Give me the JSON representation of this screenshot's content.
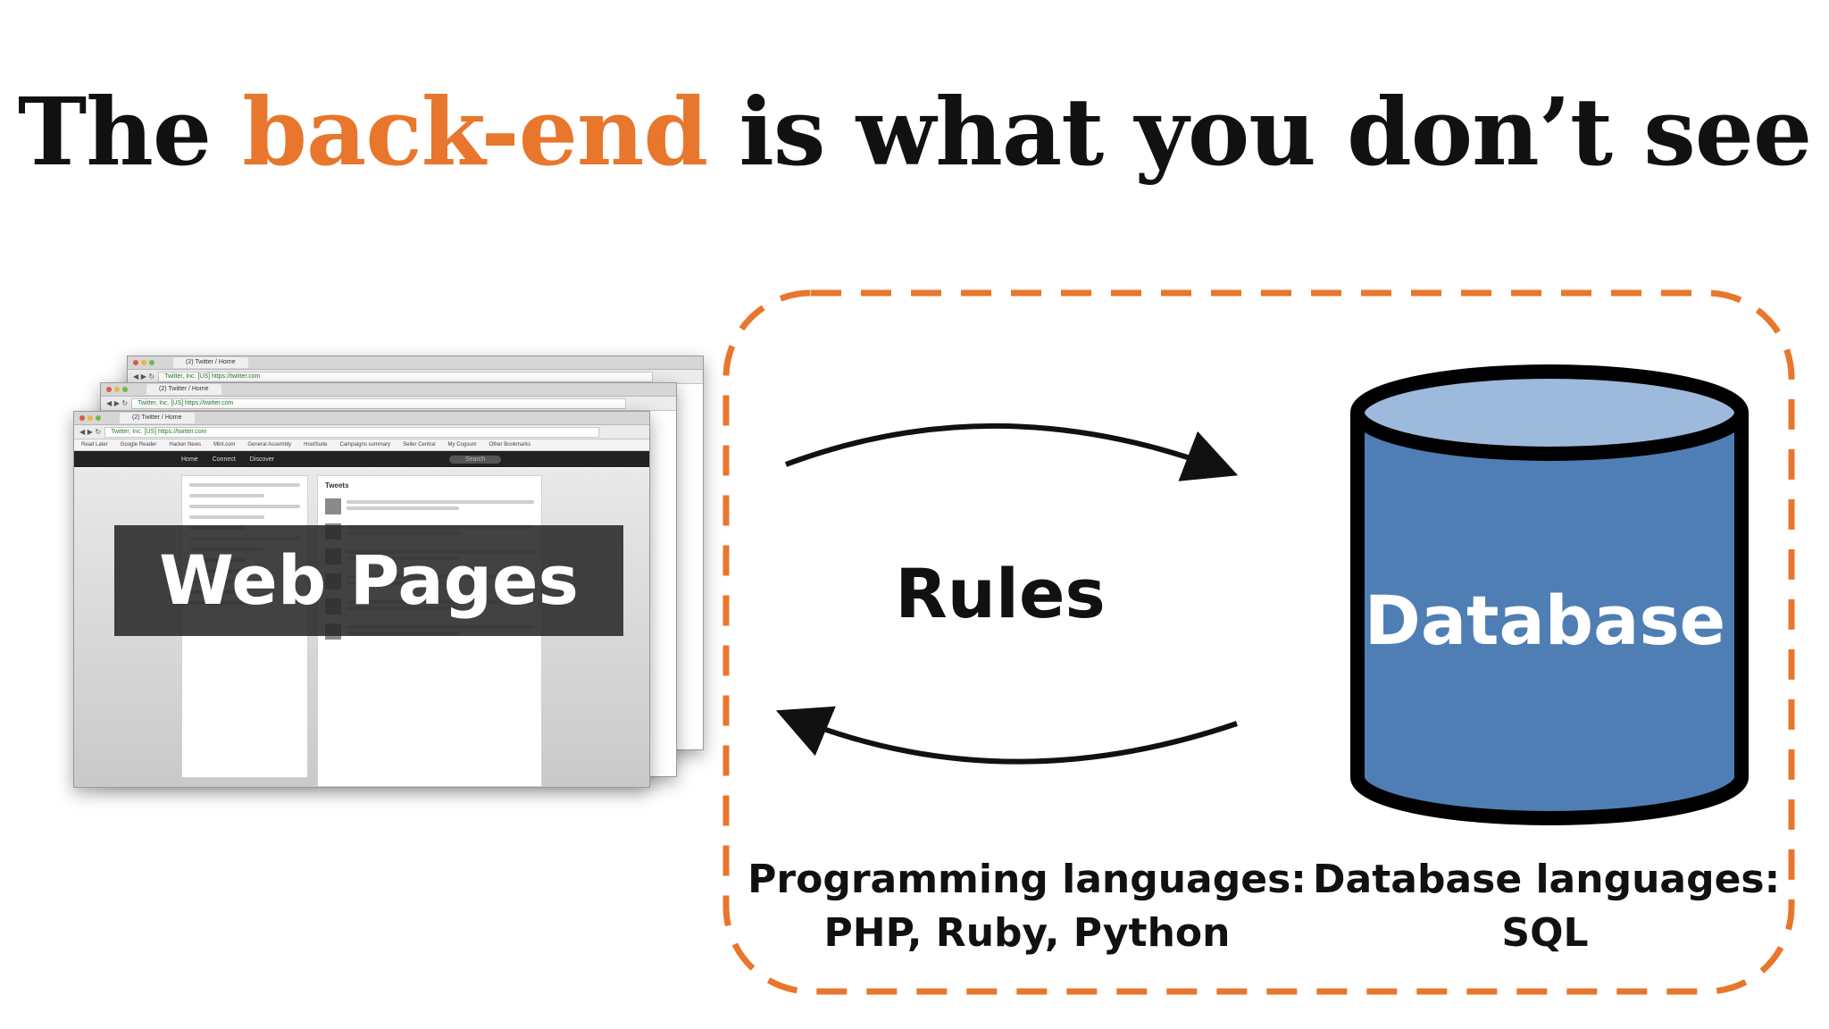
{
  "title": {
    "part1": "The ",
    "accent": "back-end",
    "part2": " is what you don’t see"
  },
  "browser": {
    "tab_label": "(2) Twitter / Home",
    "url": "Twitter, Inc. [US] https://twitter.com",
    "bookmarks": [
      "Read Later",
      "Google Reader",
      "Hacker News",
      "Mint.com",
      "General Assembly",
      "HootSuite",
      "Campaigns summary",
      "Seller Central",
      "My Cogsum",
      "Other Bookmarks"
    ],
    "nav_items": [
      "Home",
      "Connect",
      "Discover",
      "Search"
    ],
    "tweets_header": "Tweets"
  },
  "web_pages_label": "Web Pages",
  "rules_label": "Rules",
  "database_label": "Database",
  "captions": {
    "programming": [
      "Programming languages:",
      "PHP, Ruby, Python"
    ],
    "database": [
      "Database languages:",
      "SQL"
    ]
  },
  "colors": {
    "accent": "#e8762c",
    "dash": "#e8762c",
    "db_fill": "#4f7eb5",
    "db_top": "#9db9dc",
    "db_stroke": "#000000"
  }
}
